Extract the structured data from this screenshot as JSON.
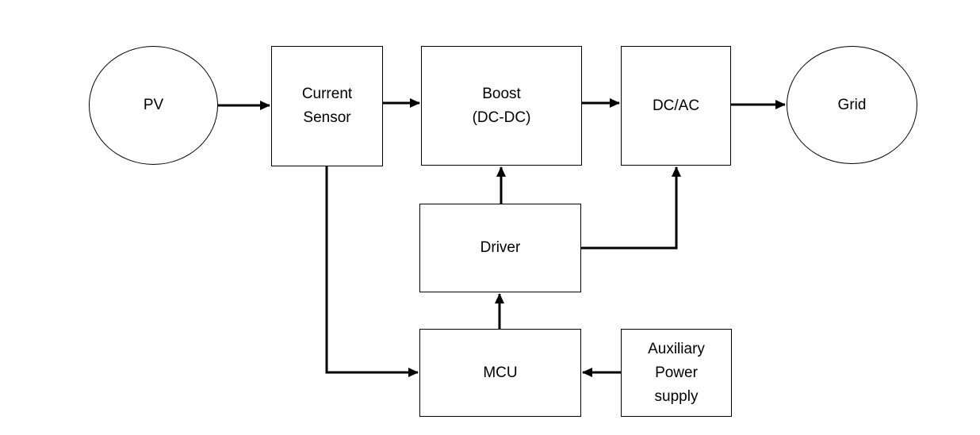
{
  "diagram": {
    "background_color": "#ffffff",
    "stroke_color": "#000000",
    "text_color": "#000000",
    "nodes": {
      "pv": {
        "shape": "ellipse",
        "label": "PV",
        "lines": [
          "PV"
        ]
      },
      "current_sensor": {
        "shape": "rect",
        "label": "Current Sensor",
        "lines": [
          "Current",
          "Sensor"
        ]
      },
      "boost": {
        "shape": "rect",
        "label": "Boost (DC-DC)",
        "lines": [
          "Boost",
          "(DC-DC)"
        ]
      },
      "dcac": {
        "shape": "rect",
        "label": "DC/AC",
        "lines": [
          "DC/AC"
        ]
      },
      "grid": {
        "shape": "ellipse",
        "label": "Grid",
        "lines": [
          "Grid"
        ]
      },
      "driver": {
        "shape": "rect",
        "label": "Driver",
        "lines": [
          "Driver"
        ]
      },
      "mcu": {
        "shape": "rect",
        "label": "MCU",
        "lines": [
          "MCU"
        ]
      },
      "aux": {
        "shape": "rect",
        "label": "Auxiliary Power supply",
        "lines": [
          "Auxiliary",
          "Power",
          "supply"
        ]
      }
    },
    "edges": [
      {
        "from": "PV",
        "to": "Current Sensor"
      },
      {
        "from": "Current Sensor",
        "to": "Boost (DC-DC)"
      },
      {
        "from": "Boost (DC-DC)",
        "to": "DC/AC"
      },
      {
        "from": "DC/AC",
        "to": "Grid"
      },
      {
        "from": "Driver",
        "to": "Boost (DC-DC)"
      },
      {
        "from": "Driver",
        "to": "DC/AC"
      },
      {
        "from": "MCU",
        "to": "Driver"
      },
      {
        "from": "Current Sensor",
        "to": "MCU"
      },
      {
        "from": "Auxiliary Power supply",
        "to": "MCU"
      }
    ]
  }
}
